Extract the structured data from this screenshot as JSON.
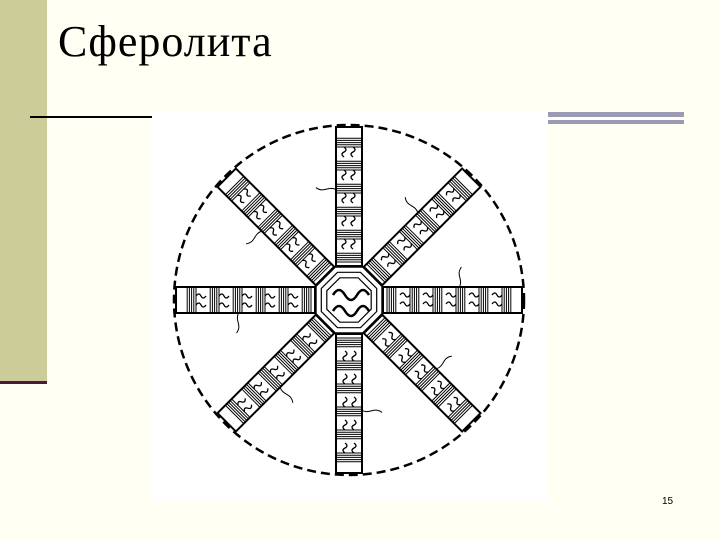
{
  "slide": {
    "title": "Сферолита",
    "page_number": "15"
  },
  "figure": {
    "spoke_count": 8,
    "colors": {
      "background": "#fffff4",
      "accent_bar": "#cccc99",
      "accent_rule": "#9b9bb5",
      "ink": "#000000"
    }
  }
}
